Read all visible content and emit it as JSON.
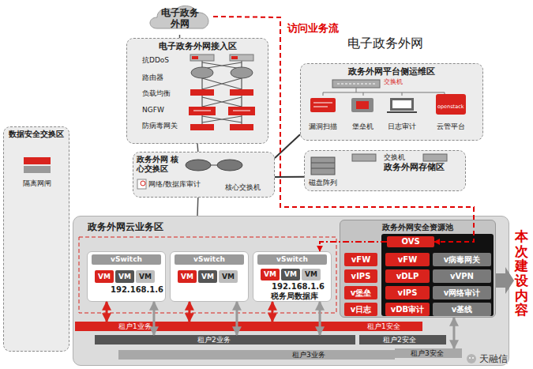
{
  "diagram": {
    "nodes": [
      {
        "text": [
          "电子政务 外网"
        ]
      },
      {
        "text": [
          "电子政务外网接入区"
        ]
      },
      {
        "text": [
          "政务外网平台侧运维区"
        ]
      },
      {
        "text": [
          "漏洞扫描"
        ],
        "in": 2
      },
      {
        "text": [
          "堡垒机"
        ],
        "in": 2
      },
      {
        "text": [
          "日志审计"
        ],
        "in": 2
      },
      {
        "text": [
          "云管平台"
        ],
        "in": 2
      },
      {
        "text": [
          "数据安全交换区"
        ]
      },
      {
        "text": [
          "隔离网闸"
        ],
        "in": 7
      },
      {
        "text": [
          "政务外网 核心交换区"
        ]
      },
      {
        "text": [
          "网络/数据库审计"
        ],
        "in": 9
      },
      {
        "text": [
          "核心交换机"
        ],
        "in": 9
      },
      {
        "text": [
          "交换机",
          "政务外网存储区"
        ]
      },
      {
        "text": [
          "政务外网云业务区"
        ]
      },
      {
        "text": [
          "vSwitch"
        ],
        "in": 13
      },
      {
        "text": [
          "VM"
        ],
        "in": 14
      },
      {
        "text": [
          "VM"
        ],
        "in": 14
      },
      {
        "text": [
          "VM"
        ],
        "in": 14
      },
      {
        "text": [
          "vSwitch"
        ],
        "in": 13
      },
      {
        "text": [
          "VM"
        ],
        "in": 18
      },
      {
        "text": [
          "VM"
        ],
        "in": 18
      },
      {
        "text": [
          "VM"
        ],
        "in": 18
      },
      {
        "text": [
          "vSwitch"
        ],
        "in": 13
      },
      {
        "text": [
          "VM"
        ],
        "in": 22
      },
      {
        "text": [
          "VM"
        ],
        "in": 22
      },
      {
        "text": [
          "VM"
        ],
        "in": 22
      },
      {
        "text": [
          "政务外网安全资源池"
        ],
        "in": 13
      },
      {
        "text": [
          "OVS"
        ],
        "in": 26
      },
      {
        "text": [
          "vFW"
        ],
        "in": 26
      },
      {
        "text": [
          "vIPS"
        ],
        "in": 26
      },
      {
        "text": [
          "v堡垒"
        ],
        "in": 26
      },
      {
        "text": [
          "v日志"
        ],
        "in": 26
      },
      {
        "text": [
          "vFW"
        ],
        "in": 26
      },
      {
        "text": [
          "v病毒网关"
        ],
        "in": 26
      },
      {
        "text": [
          "vDLP"
        ],
        "in": 26
      },
      {
        "text": [
          "vVPN"
        ],
        "in": 26
      },
      {
        "text": [
          "vIPS"
        ],
        "in": 26
      },
      {
        "text": [
          "v网络审计"
        ],
        "in": 26
      },
      {
        "text": [
          "vDB审计"
        ],
        "in": 26
      },
      {
        "text": [
          "v基线"
        ],
        "in": 26
      },
      {
        "text": [
          "租户1业务"
        ],
        "in": 13
      },
      {
        "text": [
          "租户2业务"
        ],
        "in": 13
      },
      {
        "text": [
          "租户3业务"
        ],
        "in": 13
      },
      {
        "text": [
          "租户1安全"
        ],
        "in": 13
      },
      {
        "text": [
          "租户2安全"
        ],
        "in": 13
      },
      {
        "text": [
          "租户3安全"
        ],
        "in": 13
      }
    ],
    "edges": [
      {
        "from": 0,
        "to": 1,
        "arrow": "none"
      },
      {
        "from": 1,
        "to": 9,
        "arrow": "none"
      },
      {
        "from": 9,
        "to": 13,
        "arrow": "none"
      },
      {
        "from": 9,
        "to": 2,
        "arrow": "none"
      },
      {
        "from": 9,
        "to": 12,
        "arrow": "none"
      },
      {
        "from": 0,
        "to": 27,
        "label": "访问业务流",
        "arrow": "to"
      },
      {
        "from": 27,
        "to": 22,
        "arrow": "to"
      },
      {
        "from": 14,
        "to": 40,
        "arrow": "both"
      },
      {
        "from": 18,
        "to": 40,
        "arrow": "both"
      },
      {
        "from": 22,
        "to": 40,
        "arrow": "both"
      },
      {
        "from": 14,
        "to": 41,
        "arrow": "both"
      },
      {
        "from": 18,
        "to": 41,
        "arrow": "both"
      },
      {
        "from": 22,
        "to": 41,
        "arrow": "both"
      },
      {
        "from": 26,
        "to": 45,
        "arrow": "both"
      }
    ],
    "labels": [
      "电子政务外网",
      "抗DDoS",
      "路由器",
      "负载均衡",
      "NGFW",
      "防病毒网关",
      "交换机",
      "openstack",
      "磁盘阵列",
      "192.168.1.6",
      "192.168.1.6",
      "税务局数据库",
      "本次建设内容",
      "天融信"
    ]
  }
}
